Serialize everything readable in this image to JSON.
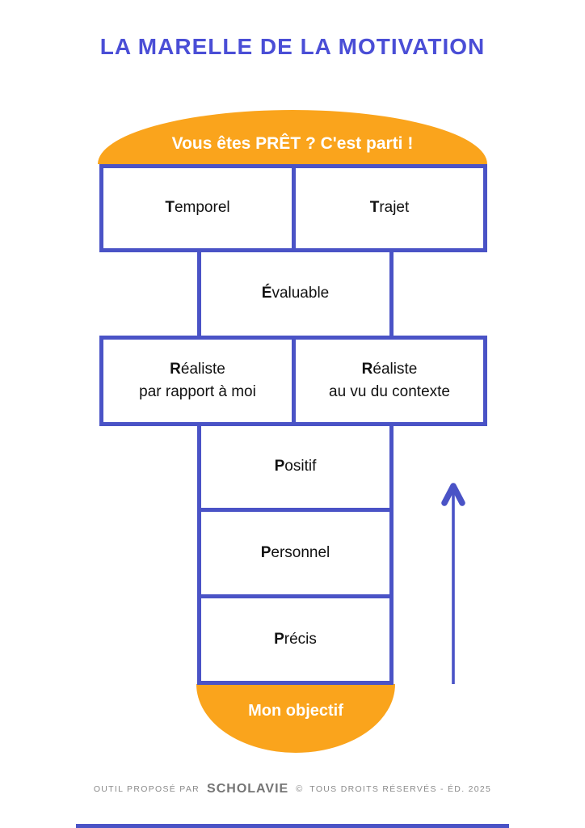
{
  "page": {
    "title": "LA MARELLE DE LA MOTIVATION"
  },
  "colors": {
    "purple_border": "#4A53C6",
    "title_blue": "#4A4ED6",
    "orange": "#FAA41C",
    "text_black": "#111111",
    "footer_gray": "#8B8B8B",
    "logo_gray": "#757575"
  },
  "banner_top": {
    "label": "Vous êtes PRÊT ? C'est parti !"
  },
  "boxes": {
    "temporel": {
      "initial": "T",
      "rest": "emporel"
    },
    "trajet": {
      "initial": "T",
      "rest": "rajet"
    },
    "evaluable": {
      "initial": "É",
      "rest": "valuable"
    },
    "realiste_moi": {
      "initial": "R",
      "rest": "éaliste",
      "line2": "par rapport à moi"
    },
    "realiste_contexte": {
      "initial": "R",
      "rest": "éaliste",
      "line2": "au vu du contexte"
    },
    "positif": {
      "initial": "P",
      "rest": "ositif"
    },
    "personnel": {
      "initial": "P",
      "rest": "ersonnel"
    },
    "precis": {
      "initial": "P",
      "rest": "récis"
    }
  },
  "banner_bottom": {
    "label": "Mon objectif"
  },
  "arrow": {
    "direction": "up",
    "color": "#4A53C6"
  },
  "footer": {
    "prefix": "OUTIL PROPOSÉ PAR",
    "logo": "SCHOLAVIE",
    "copyright": "©",
    "rights": "TOUS DROITS RÉSERVÉS - ÉD. 2025"
  }
}
